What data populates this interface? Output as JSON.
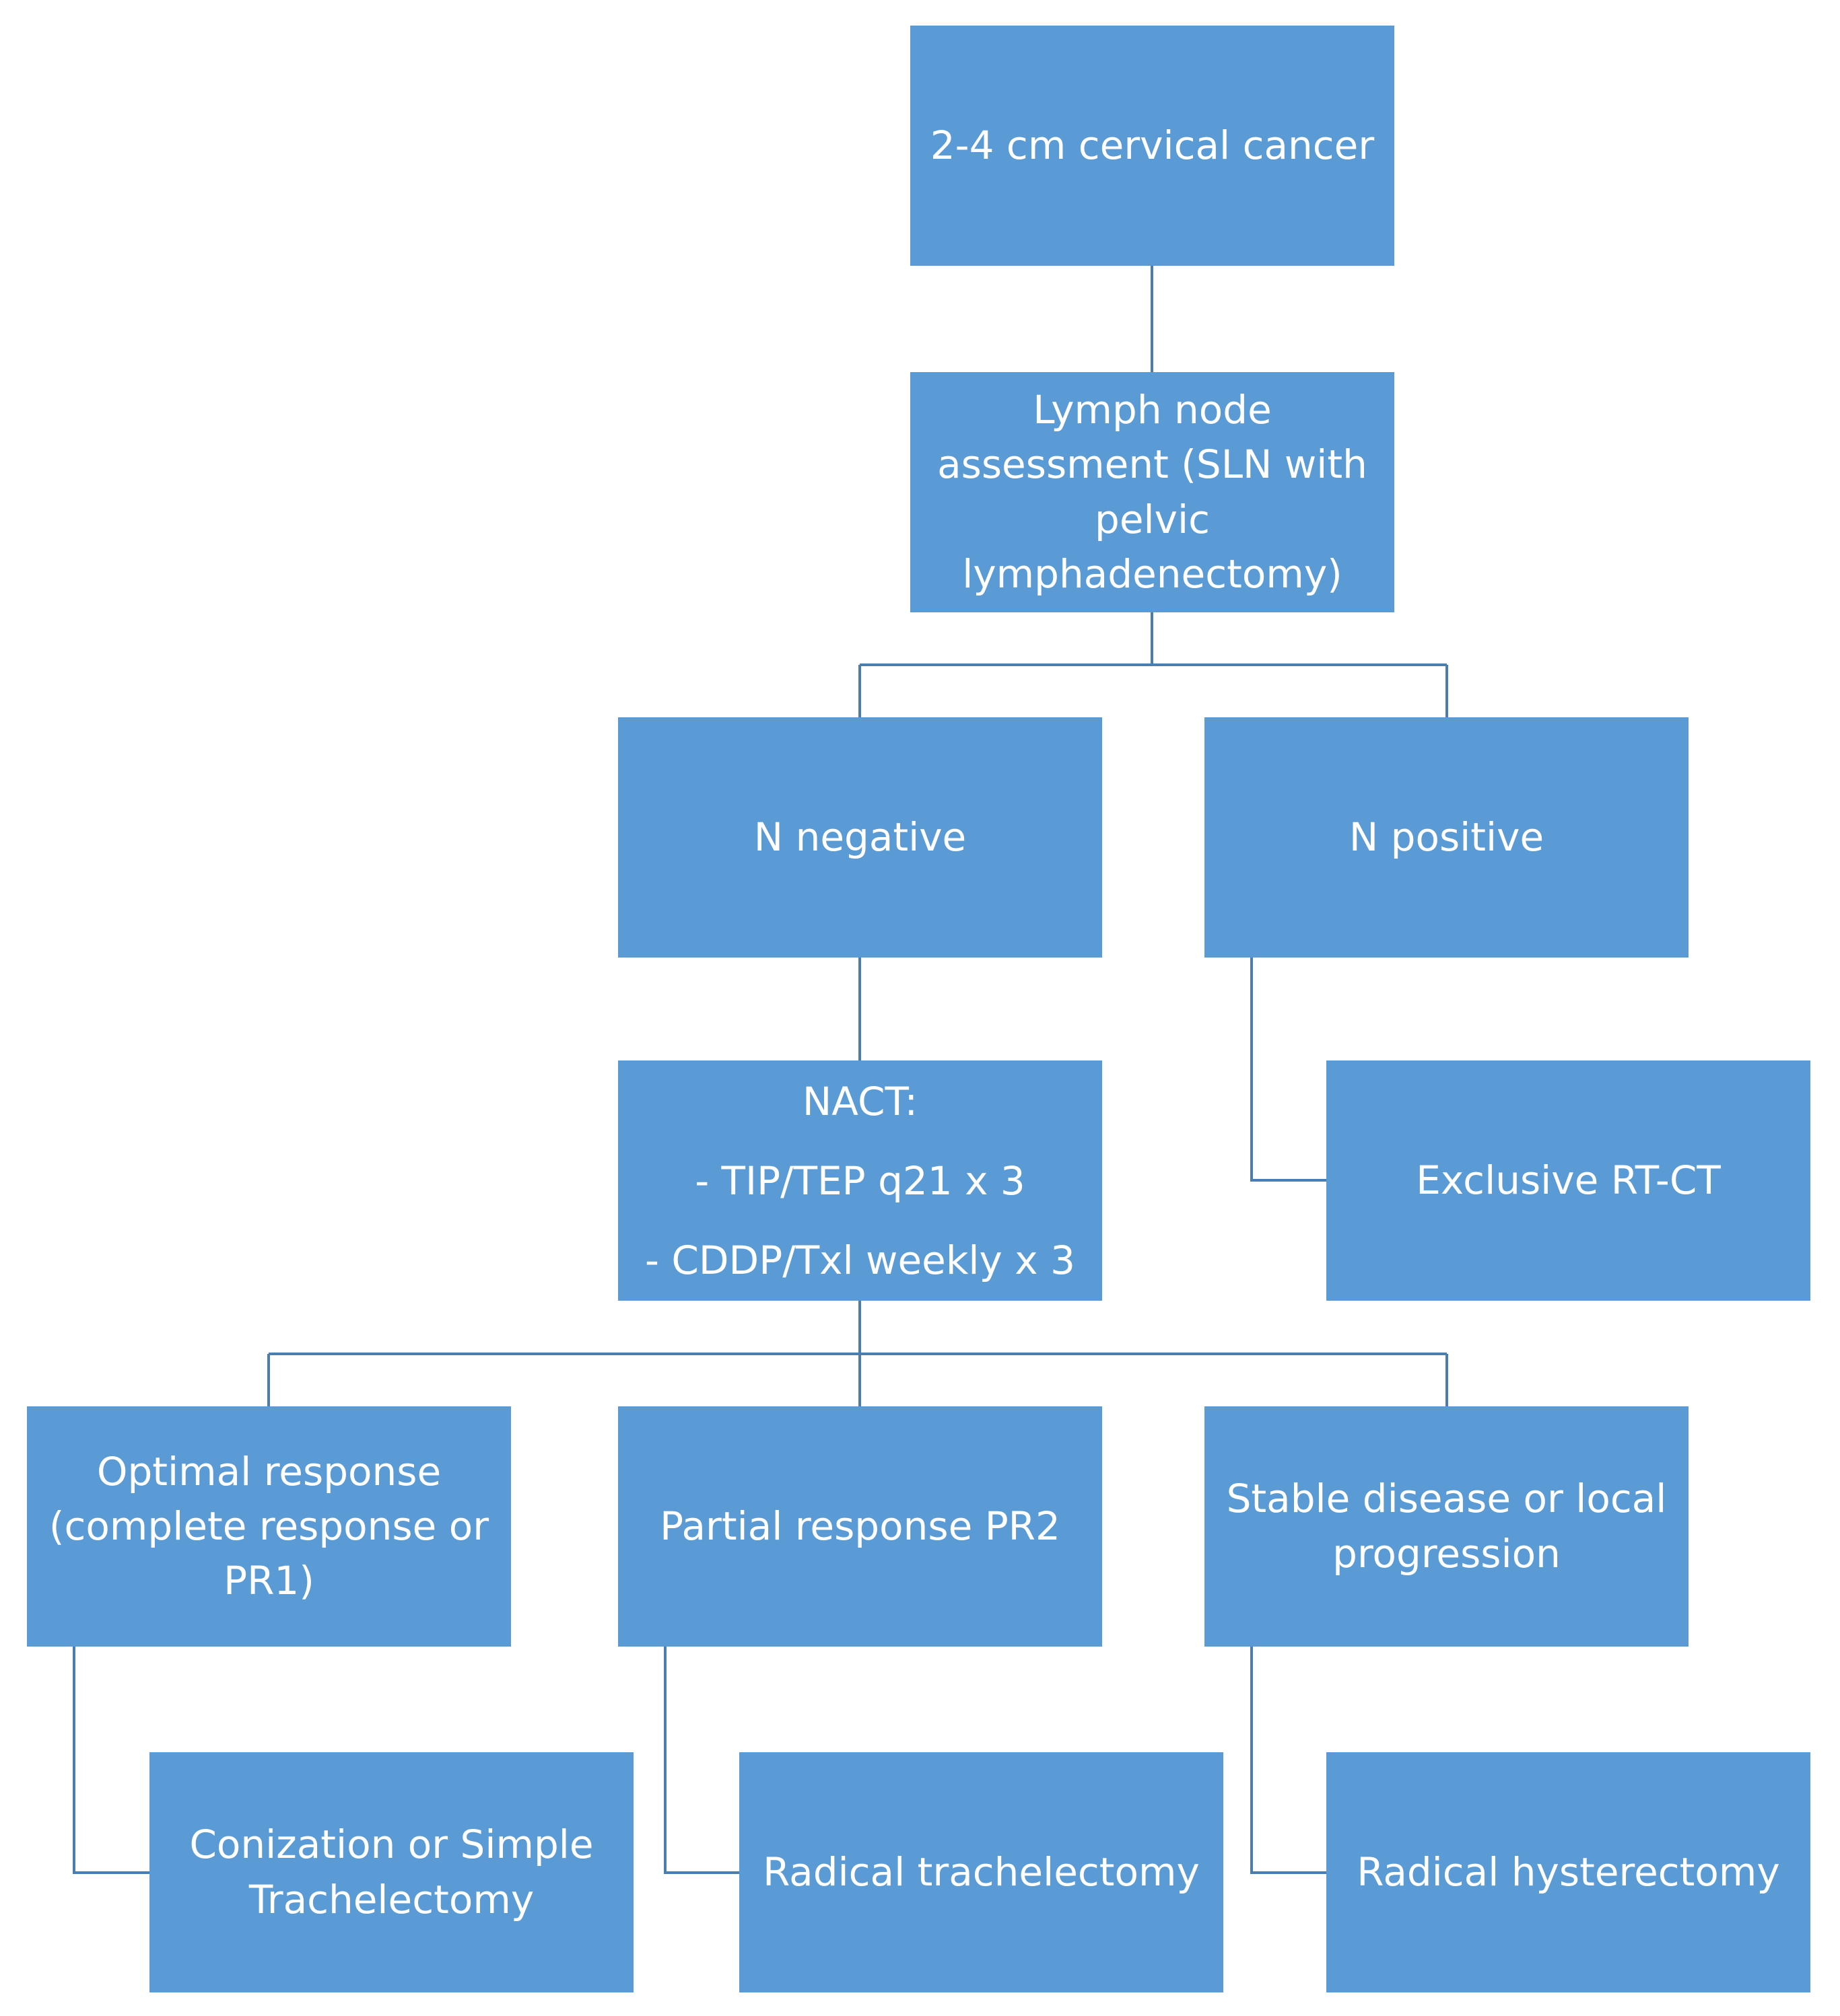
{
  "flowchart": {
    "start": {
      "label": "2-4 cm cervical cancer"
    },
    "lymph_node": {
      "lines": [
        "Lymph node",
        "assessment (SLN with",
        "pelvic",
        "lymphadenectomy)"
      ]
    },
    "n_negative": {
      "label": "N negative"
    },
    "n_positive": {
      "label": "N positive"
    },
    "nact": {
      "lines": [
        "NACT:",
        "- TIP/TEP q21 x 3",
        "- CDDP/Txl weekly x 3"
      ]
    },
    "exclusive_rtct": {
      "label": "Exclusive RT-CT"
    },
    "optimal_response": {
      "lines": [
        "Optimal response",
        "(complete response or",
        "PR1)"
      ]
    },
    "partial_response": {
      "label": "Partial response PR2"
    },
    "stable_disease": {
      "lines": [
        "Stable disease or local",
        "progression"
      ]
    },
    "conization": {
      "lines": [
        "Conization or Simple",
        "Trachelectomy"
      ]
    },
    "radical_trachelectomy": {
      "label": "Radical trachelectomy"
    },
    "radical_hysterectomy": {
      "label": "Radical hysterectomy"
    }
  },
  "colors": {
    "box_fill": "#5b9bd5",
    "box_text": "#ffffff",
    "connector": "#4a7eb0"
  }
}
